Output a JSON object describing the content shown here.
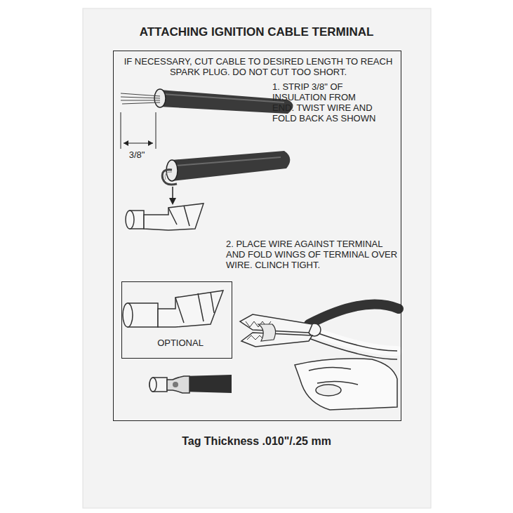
{
  "diagram": {
    "title": "ATTACHING IGNITION CABLE TERMINAL",
    "nodes": [
      {
        "text": [
          "IF NECESSARY, CUT CABLE TO DESIRED LENGTH TO REACH SPARK PLUG. DO NOT CUT TOO SHORT.",
          "1. STRIP 3/8\" OF INSULATION FROM END. TWIST WIRE AND FOLD BACK AS SHOWN",
          "2. PLACE WIRE AGAINST TERMINAL AND FOLD WINGS OF TERMINAL OVER WIRE. CLINCH TIGHT."
        ]
      },
      {
        "text": [
          "OPTIONAL"
        ],
        "in": 0
      }
    ],
    "labels": [
      "3/8\"",
      "Tag Thickness .010\"/.25 mm"
    ]
  }
}
